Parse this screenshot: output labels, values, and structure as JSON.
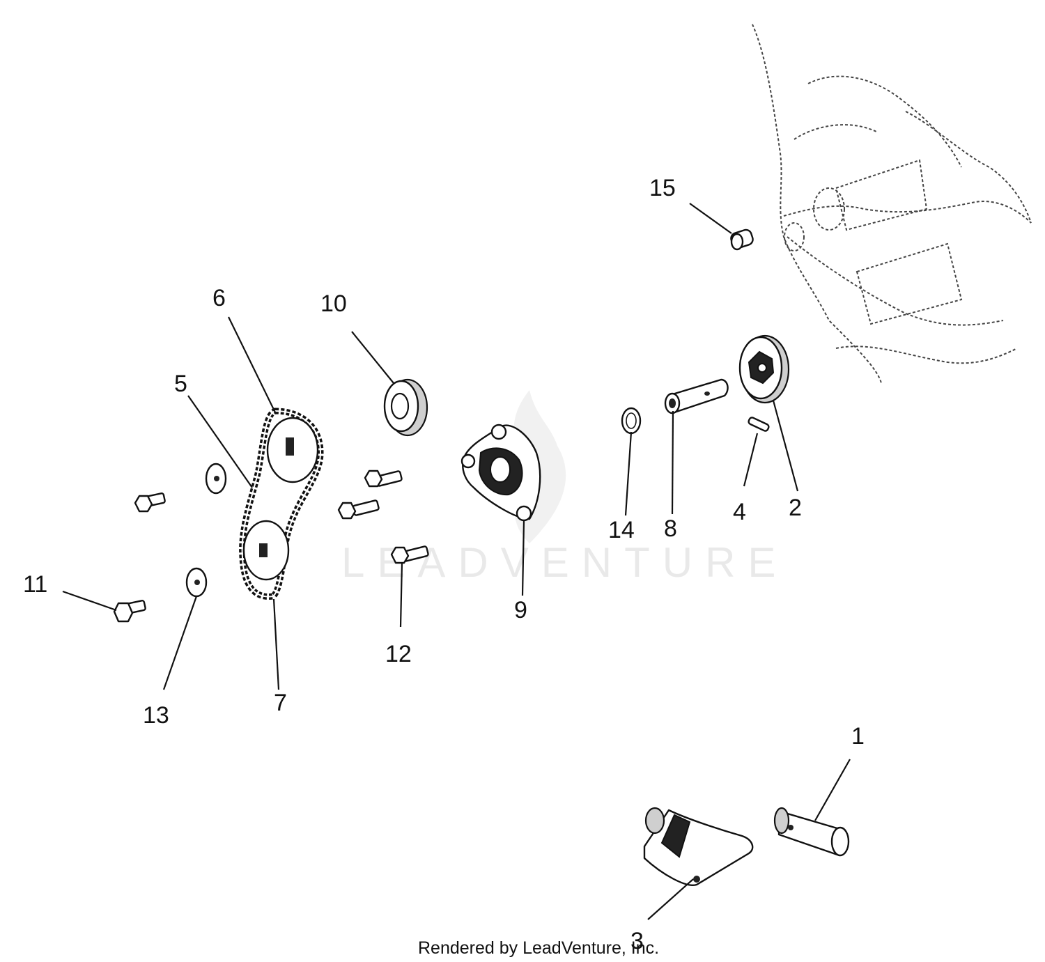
{
  "watermark": "LEADVENTURE",
  "credit": "Rendered by LeadVenture, Inc.",
  "callouts": {
    "c1": "1",
    "c2": "2",
    "c3": "3",
    "c4": "4",
    "c5": "5",
    "c6": "6",
    "c7": "7",
    "c8": "8",
    "c9": "9",
    "c10": "10",
    "c11": "11",
    "c12": "12",
    "c13": "13",
    "c14": "14",
    "c15": "15"
  }
}
